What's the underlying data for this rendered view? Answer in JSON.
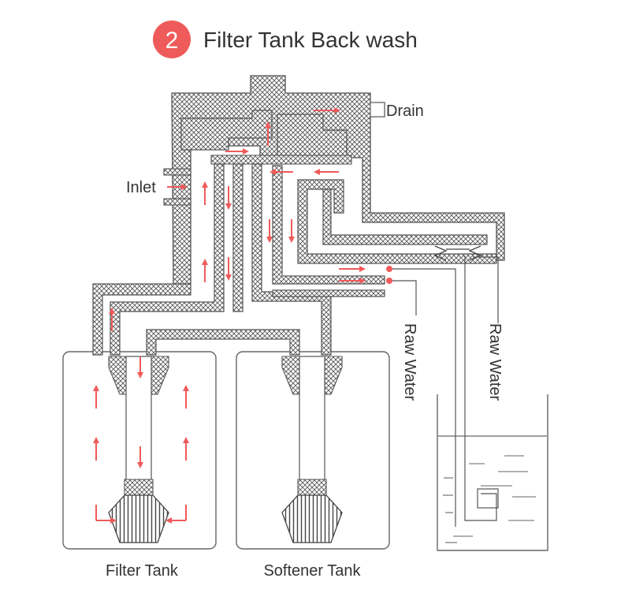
{
  "header": {
    "step_number": "2",
    "title": "Filter Tank Back wash"
  },
  "labels": {
    "drain": "Drain",
    "inlet": "Inlet",
    "raw_water_1": "Raw Water",
    "raw_water_2": "Raw Water",
    "filter_tank": "Filter Tank",
    "softener_tank": "Softener Tank"
  },
  "colors": {
    "accent": "#ef5a5a",
    "pipe_stroke": "#555555",
    "text": "#333333"
  }
}
